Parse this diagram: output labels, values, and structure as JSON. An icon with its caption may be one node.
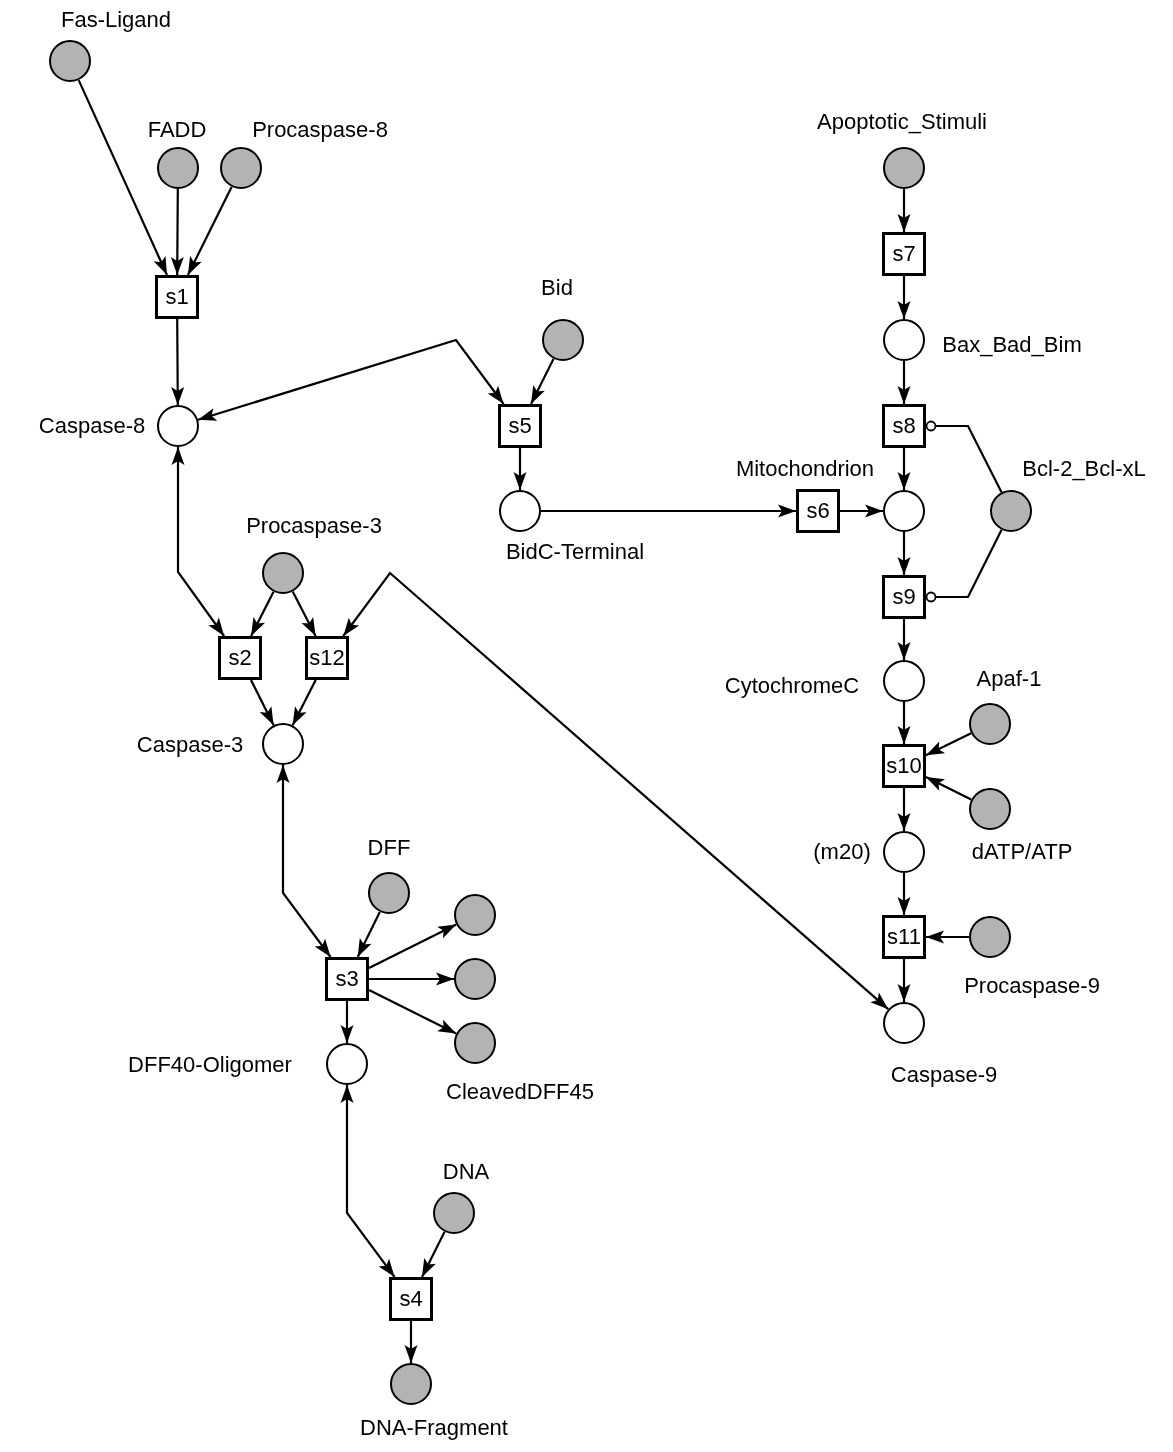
{
  "diagram": {
    "nodes": [
      {
        "text": [
          "Fas-Ligand"
        ]
      },
      {
        "text": [
          "FADD"
        ]
      },
      {
        "text": [
          "Procaspase-8"
        ]
      },
      {
        "text": [
          "s1"
        ]
      },
      {
        "text": [
          "Bid"
        ]
      },
      {
        "text": [
          "Caspase-8"
        ]
      },
      {
        "text": [
          "s5"
        ]
      },
      {
        "text": [
          "BidC-Terminal"
        ]
      },
      {
        "text": [
          "Apoptotic_Stimuli"
        ]
      },
      {
        "text": [
          "s7"
        ]
      },
      {
        "text": [
          "Bax_Bad_Bim"
        ]
      },
      {
        "text": [
          "s8"
        ]
      },
      {
        "text": [
          "Mitochondrion"
        ]
      },
      {
        "text": [
          "s6"
        ]
      },
      {
        "text": [
          "Bcl-2_Bcl-xL"
        ]
      },
      {
        "text": [
          "s9"
        ]
      },
      {
        "text": [
          "Procaspase-3"
        ]
      },
      {
        "text": [
          "s2"
        ]
      },
      {
        "text": [
          "s12"
        ]
      },
      {
        "text": [
          "CytochromeC"
        ]
      },
      {
        "text": [
          "Apaf-1"
        ]
      },
      {
        "text": [
          "s10"
        ]
      },
      {
        "text": [
          "Caspase-3"
        ]
      },
      {
        "text": [
          "dATP/ATP"
        ]
      },
      {
        "text": [
          "(m20)"
        ]
      },
      {
        "text": [
          "DFF"
        ]
      },
      {
        "text": [],
        "shape": "circle"
      },
      {
        "text": [
          "s3"
        ]
      },
      {
        "text": [
          "s11"
        ]
      },
      {
        "text": [
          "Procaspase-9"
        ]
      },
      {
        "text": [],
        "shape": "circle"
      },
      {
        "text": [
          "CleavedDFF45"
        ]
      },
      {
        "text": [
          "DFF40-Oligomer"
        ]
      },
      {
        "text": [
          "Caspase-9"
        ]
      },
      {
        "text": [
          "DNA"
        ]
      },
      {
        "text": [
          "s4"
        ]
      },
      {
        "text": [
          "DNA-Fragment"
        ]
      }
    ],
    "edges": [
      {
        "from": 0,
        "to": 3,
        "arrow": "to"
      },
      {
        "from": 1,
        "to": 3,
        "arrow": "to"
      },
      {
        "from": 2,
        "to": 3,
        "arrow": "to"
      },
      {
        "from": 3,
        "to": 5,
        "arrow": "to"
      },
      {
        "from": 5,
        "to": 6,
        "arrow": "both"
      },
      {
        "from": 4,
        "to": 6,
        "arrow": "to"
      },
      {
        "from": 6,
        "to": 7,
        "arrow": "to"
      },
      {
        "from": 7,
        "to": 13,
        "arrow": "to"
      },
      {
        "from": 8,
        "to": 9,
        "arrow": "to"
      },
      {
        "from": 9,
        "to": 10,
        "arrow": "to"
      },
      {
        "from": 10,
        "to": 11,
        "arrow": "to"
      },
      {
        "from": 11,
        "to": 12,
        "arrow": "to"
      },
      {
        "from": 13,
        "to": 12,
        "arrow": "to"
      },
      {
        "from": 14,
        "to": 11,
        "arrow": "other"
      },
      {
        "from": 14,
        "to": 15,
        "arrow": "other"
      },
      {
        "from": 12,
        "to": 15,
        "arrow": "to"
      },
      {
        "from": 15,
        "to": 19,
        "arrow": "to"
      },
      {
        "from": 5,
        "to": 17,
        "arrow": "both"
      },
      {
        "from": 16,
        "to": 17,
        "arrow": "to"
      },
      {
        "from": 16,
        "to": 18,
        "arrow": "to"
      },
      {
        "from": 33,
        "to": 18,
        "arrow": "both"
      },
      {
        "from": 17,
        "to": 22,
        "arrow": "to"
      },
      {
        "from": 18,
        "to": 22,
        "arrow": "to"
      },
      {
        "from": 19,
        "to": 21,
        "arrow": "to"
      },
      {
        "from": 20,
        "to": 21,
        "arrow": "to"
      },
      {
        "from": 23,
        "to": 21,
        "arrow": "to"
      },
      {
        "from": 21,
        "to": 24,
        "arrow": "to"
      },
      {
        "from": 24,
        "to": 28,
        "arrow": "to"
      },
      {
        "from": 29,
        "to": 28,
        "arrow": "to"
      },
      {
        "from": 28,
        "to": 33,
        "arrow": "to"
      },
      {
        "from": 22,
        "to": 27,
        "arrow": "both"
      },
      {
        "from": 25,
        "to": 27,
        "arrow": "to"
      },
      {
        "from": 27,
        "to": 26,
        "arrow": "to"
      },
      {
        "from": 27,
        "to": 30,
        "arrow": "to"
      },
      {
        "from": 27,
        "to": 31,
        "arrow": "to"
      },
      {
        "from": 27,
        "to": 32,
        "arrow": "to"
      },
      {
        "from": 32,
        "to": 35,
        "arrow": "both"
      },
      {
        "from": 34,
        "to": 35,
        "arrow": "to"
      },
      {
        "from": 35,
        "to": 36,
        "arrow": "to"
      }
    ]
  }
}
